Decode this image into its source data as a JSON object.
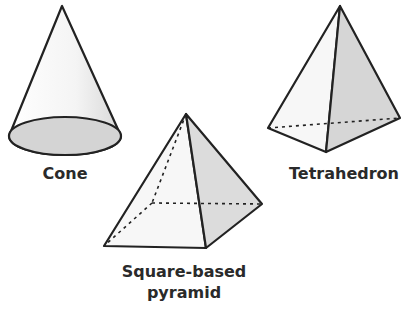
{
  "diagram": {
    "labels": [
      "Cone",
      "Square-based pyramid",
      "Tetrahedron"
    ]
  }
}
